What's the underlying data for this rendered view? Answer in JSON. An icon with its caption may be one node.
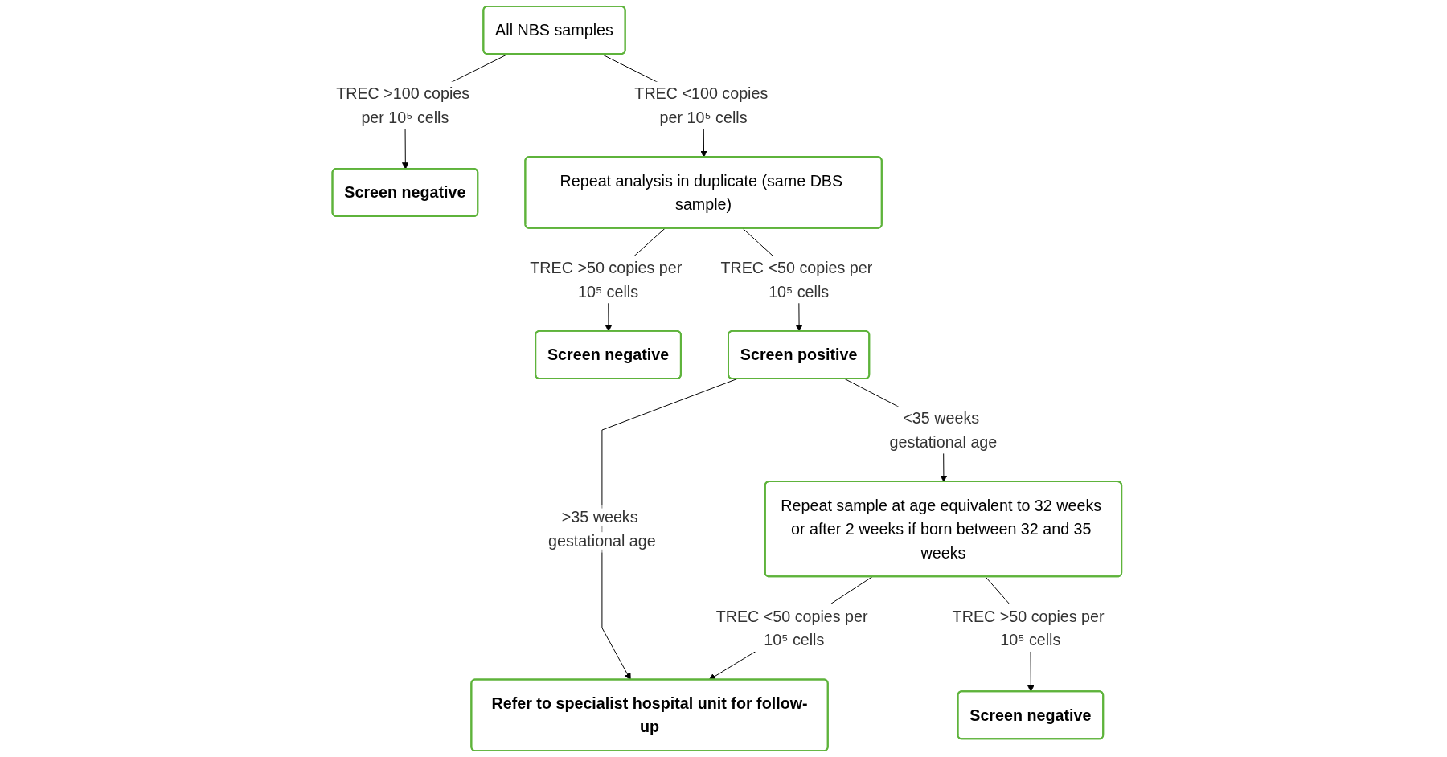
{
  "diagram": {
    "nodes": [
      {
        "text": [
          "All NBS samples"
        ]
      },
      {
        "text": [
          "Screen negative"
        ]
      },
      {
        "text": [
          "Repeat analysis in duplicate (same DBS sample)"
        ]
      },
      {
        "text": [
          "Screen negative"
        ]
      },
      {
        "text": [
          "Screen positive"
        ]
      },
      {
        "text": [
          "Repeat sample at age equivalent to 32 weeks or after 2 weeks if born between 32 and 35 weeks"
        ]
      },
      {
        "text": [
          "Refer to specialist hospital unit for follow-up"
        ]
      },
      {
        "text": [
          "Screen negative"
        ]
      }
    ],
    "edges": [
      {
        "from": 0,
        "to": 1,
        "arrow": "to",
        "label": "TREC >100 copies per 10⁵ cells"
      },
      {
        "from": 0,
        "to": 2,
        "arrow": "to",
        "label": "TREC <100 copies per 10⁵ cells"
      },
      {
        "from": 2,
        "to": 3,
        "arrow": "to",
        "label": "TREC >50 copies per 10⁵ cells"
      },
      {
        "from": 2,
        "to": 4,
        "arrow": "to",
        "label": "TREC <50 copies per 10⁵ cells"
      },
      {
        "from": 4,
        "to": 5,
        "arrow": "to",
        "label": "<35 weeks gestational age"
      },
      {
        "from": 4,
        "to": 6,
        "arrow": "to",
        "label": ">35 weeks gestational age"
      },
      {
        "from": 5,
        "to": 6,
        "arrow": "to",
        "label": "TREC <50 copies per 10⁵ cells"
      },
      {
        "from": 5,
        "to": 7,
        "arrow": "to",
        "label": "TREC >50 copies per 10⁵ cells"
      }
    ]
  }
}
